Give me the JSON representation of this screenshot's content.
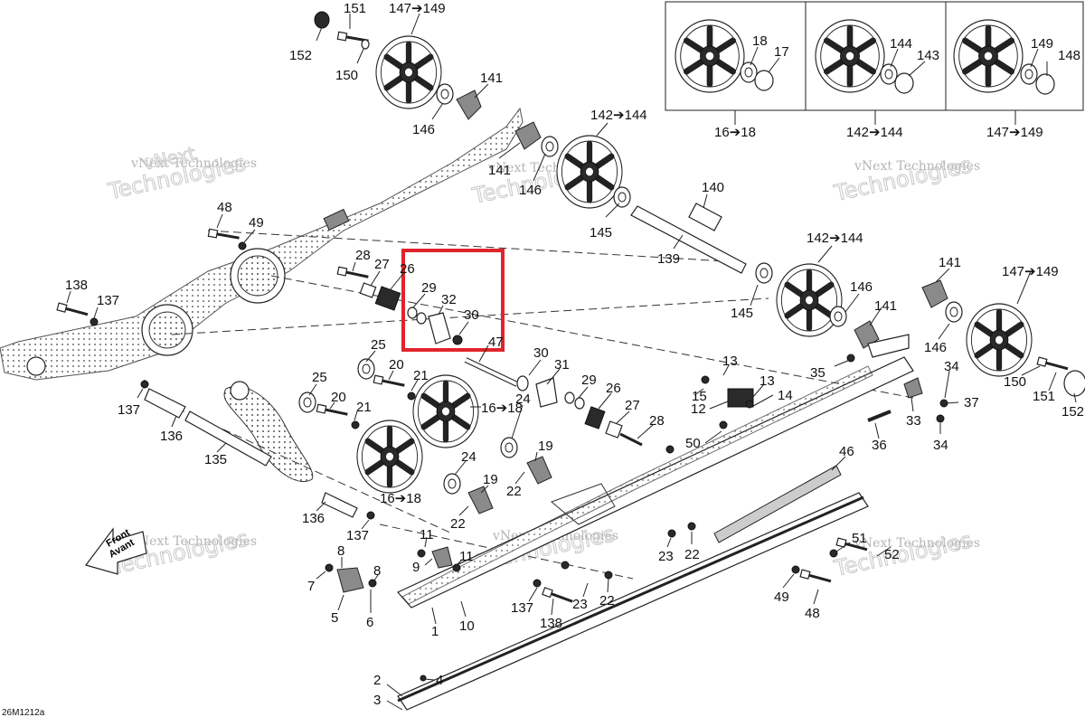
{
  "diagram_code": "26M1212a",
  "watermark": {
    "company": "vNext Technologies",
    "brand": "Technologies",
    "brand_prefix": "vNext"
  },
  "front_arrow": {
    "line1": "Front",
    "line2": "Avant"
  },
  "inset_labels": [
    "16➔18",
    "142➔144",
    "147➔149"
  ],
  "callouts": {
    "c151": "151",
    "c152a": "152",
    "c150a": "150",
    "c147_149a": "147➔149",
    "c141a": "141",
    "c146a": "146",
    "c142_144a": "142➔144",
    "c141b": "141",
    "c146b": "146",
    "c145a": "145",
    "c140": "140",
    "c139": "139",
    "c48a": "48",
    "c49a": "49",
    "c28a": "28",
    "c27a": "27",
    "c26a": "26",
    "c29a": "29",
    "c32": "32",
    "c30a": "30",
    "c138a": "138",
    "c137a": "137",
    "c47": "47",
    "c25a": "25",
    "c20a": "20",
    "c21a": "21",
    "c25b": "25",
    "c20b": "20",
    "c21b": "21",
    "c16_18a": "16➔18",
    "c30b": "30",
    "c31": "31",
    "c29b": "29",
    "c26b": "26",
    "c27b": "27",
    "c28b": "28",
    "c24a": "24",
    "c19a": "19",
    "c22a": "22",
    "c24b": "24",
    "c19b": "19",
    "c22b": "22",
    "c16_18b": "16➔18",
    "c137b": "137",
    "c136a": "136",
    "c135": "135",
    "c136b": "136",
    "c137c": "137",
    "c142_144b": "142➔144",
    "c145b": "145",
    "c146c": "146",
    "c141c": "141",
    "c35": "35",
    "c141d": "141",
    "c147_149b": "147➔149",
    "c146d": "146",
    "c150b": "150",
    "c151b": "151",
    "c152b": "152",
    "c34a": "34",
    "c37": "37",
    "c33": "33",
    "c34b": "34",
    "c36": "36",
    "c13a": "13",
    "c13b": "13",
    "c15": "15",
    "c14": "14",
    "c12": "12",
    "c50": "50",
    "c46": "46",
    "c23a": "23",
    "c22c": "22",
    "c51": "51",
    "c52": "52",
    "c11a": "11",
    "c11b": "11",
    "c9": "9",
    "c8a": "8",
    "c8b": "8",
    "c7": "7",
    "c6": "6",
    "c5": "5",
    "c10": "10",
    "c1": "1",
    "c137d": "137",
    "c138b": "138",
    "c23b": "23",
    "c22d": "22",
    "c49b": "49",
    "c48b": "48",
    "c2": "2",
    "c3": "3",
    "c4": "4",
    "i18": "18",
    "i17": "17",
    "i144": "144",
    "i143": "143",
    "i149": "149",
    "i148": "148"
  },
  "highlight": {
    "color": "#e0242b",
    "parts": [
      "29",
      "32",
      "30"
    ]
  },
  "colors": {
    "ink": "#222222",
    "watermark": "#b5b5b5"
  }
}
